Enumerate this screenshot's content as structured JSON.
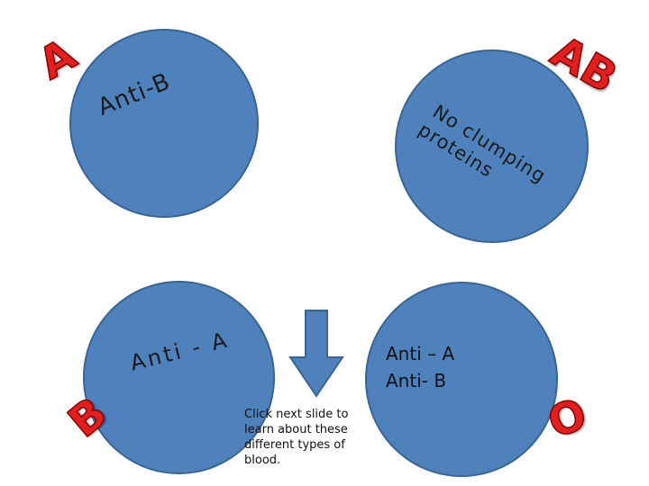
{
  "blood_types": {
    "a": {
      "letter": "A",
      "antibody": "Anti-B"
    },
    "ab": {
      "letter": "AB",
      "line1": "No clumping",
      "line2": "proteins"
    },
    "b": {
      "letter": "B",
      "antibody": "Anti - A"
    },
    "o": {
      "letter": "O",
      "line1": "Anti – A",
      "line2": "Anti- B"
    }
  },
  "note": "Click next slide to learn about these different types of blood.",
  "colors": {
    "circle": "#4f81bd",
    "letters": "#e02020",
    "arrow": "#4f81bd"
  }
}
